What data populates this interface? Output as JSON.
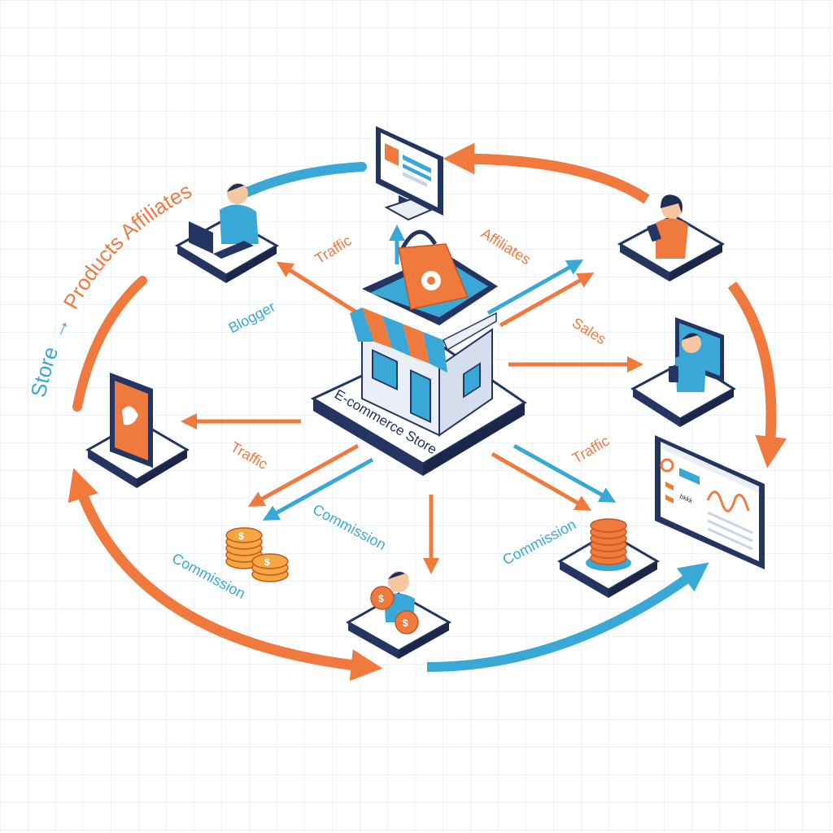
{
  "colors": {
    "orange": "#f07a3e",
    "blue": "#3aa8d6",
    "navy": "#1f2d55",
    "platform_top": "#ffffff",
    "platform_side": "#243562",
    "gold": "#f5a742",
    "skin": "#f6c6a0",
    "hair": "#1f2d55"
  },
  "curved_title": {
    "part1": "Store",
    "arrow": "→",
    "part2": "Products Affiliates"
  },
  "center": {
    "label": "E-commerce Store"
  },
  "labels": {
    "traffic_top": "Traffic",
    "affiliates": "Affiliates",
    "blogger": "Blogger",
    "sales": "Sales",
    "traffic_left": "Traffic",
    "traffic_right": "Traffic",
    "commission_center": "Commission",
    "commission_left": "Commission",
    "commission_right": "Commission"
  },
  "dashboard": {
    "mini_text": "bkkk"
  },
  "icons": {
    "monitor": "desktop-monitor-icon",
    "blogger": "blogger-laptop-icon",
    "phone_user": "phone-user-icon",
    "tablet": "tablet-icon",
    "mobile": "mobile-phone-icon",
    "coins": "coin-stack-icon",
    "affiliate": "affiliate-with-coins-icon",
    "dashboard": "analytics-dashboard-icon"
  }
}
